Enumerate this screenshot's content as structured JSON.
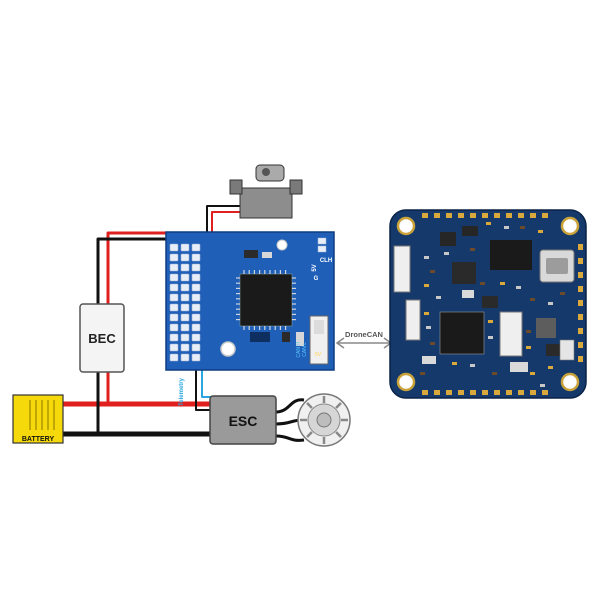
{
  "labels": {
    "bec": "BEC",
    "battery": "BATTERY",
    "esc": "ESC",
    "bus": "DroneCAN",
    "telemetry": "Telemetry",
    "can_l": "CAN L",
    "can_h": "CAN H",
    "five_v": "5V",
    "gnd": "G",
    "header_5v": "5V",
    "header_c": "C",
    "header_l": "L",
    "header_h": "H"
  },
  "colors": {
    "pcb_blue": "#1f5fb8",
    "pcb_navy": "#15396b",
    "wire_red": "#e0201e",
    "wire_black": "#111111",
    "battery_yellow": "#f5d90a",
    "esc_grey": "#9a9a9a",
    "bec_white": "#f4f4f4",
    "telemetry_blue": "#2aa7e0"
  }
}
